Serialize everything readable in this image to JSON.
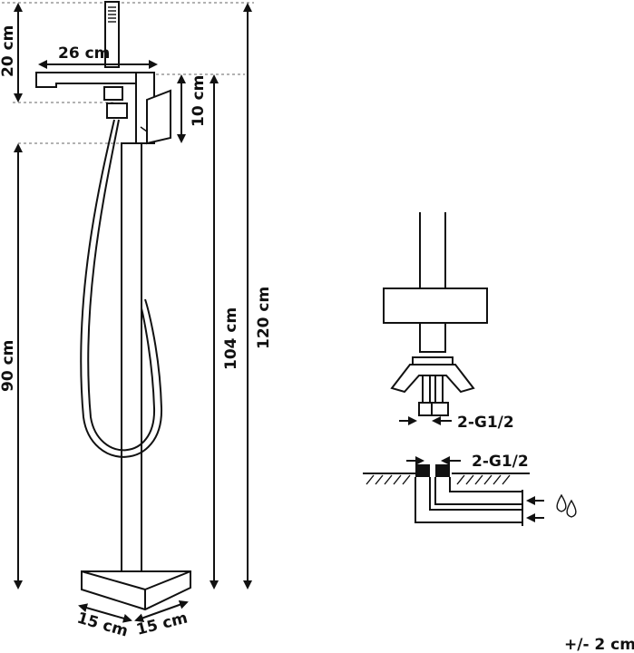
{
  "dimensions": {
    "spout_width": "26 cm",
    "spout_height": "20 cm",
    "handle_height": "10 cm",
    "lower_height": "90 cm",
    "spout_total_height": "104 cm",
    "total_height": "120 cm",
    "base_depth": "15 cm",
    "base_width": "15 cm"
  },
  "connections": {
    "upper_label": "2-G1/2",
    "lower_label": "2-G1/2"
  },
  "tolerance": "+/- 2 cm",
  "icons": {
    "water": "water-drops-icon",
    "arrow": "arrow-left-icon"
  }
}
